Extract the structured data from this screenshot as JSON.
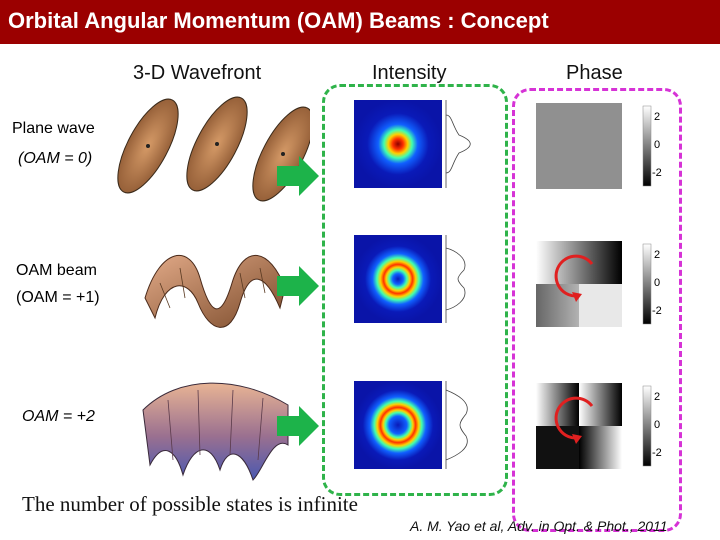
{
  "slide": {
    "title": "Orbital Angular Momentum (OAM) Beams : Concept",
    "columns": {
      "wavefront": "3-D Wavefront",
      "intensity": "Intensity",
      "phase": "Phase"
    },
    "rows": [
      {
        "label_line1": "Plane wave",
        "label_line2": "(OAM = 0)"
      },
      {
        "label_line1": "OAM beam",
        "label_line2": "(OAM = +1)"
      },
      {
        "label_line1": "OAM = +2"
      }
    ],
    "colorbar_ticks": [
      "2",
      "0",
      "-2"
    ],
    "footer": "The number of possible states is infinite",
    "citation": "A. M. Yao et al, Adv. in Opt. & Phot., 2011"
  },
  "colors": {
    "title_bar": "#9b0000",
    "arrow": "#1db34a",
    "intensity_box": "#2fb34a",
    "phase_box": "#d633d6",
    "circular_arrow": "#e02020"
  },
  "icons": [
    "right-arrow-icon",
    "circular-arrow-icon"
  ]
}
